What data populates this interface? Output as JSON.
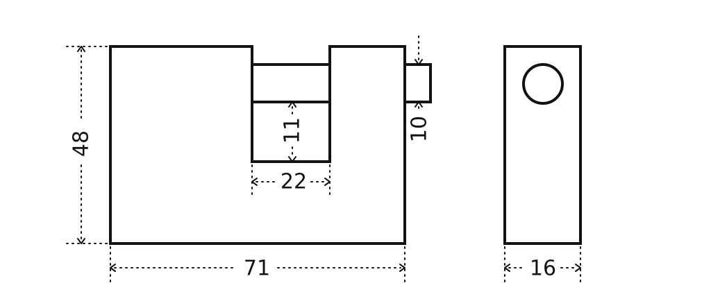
{
  "diagram": {
    "front_view": {
      "width": "71",
      "height": "48",
      "shackle_opening_width": "22",
      "shackle_opening_depth": "11",
      "shackle_bolt_height": "10"
    },
    "side_view": {
      "width": "16"
    }
  },
  "colors": {
    "line": "#111111",
    "background": "#ffffff"
  }
}
